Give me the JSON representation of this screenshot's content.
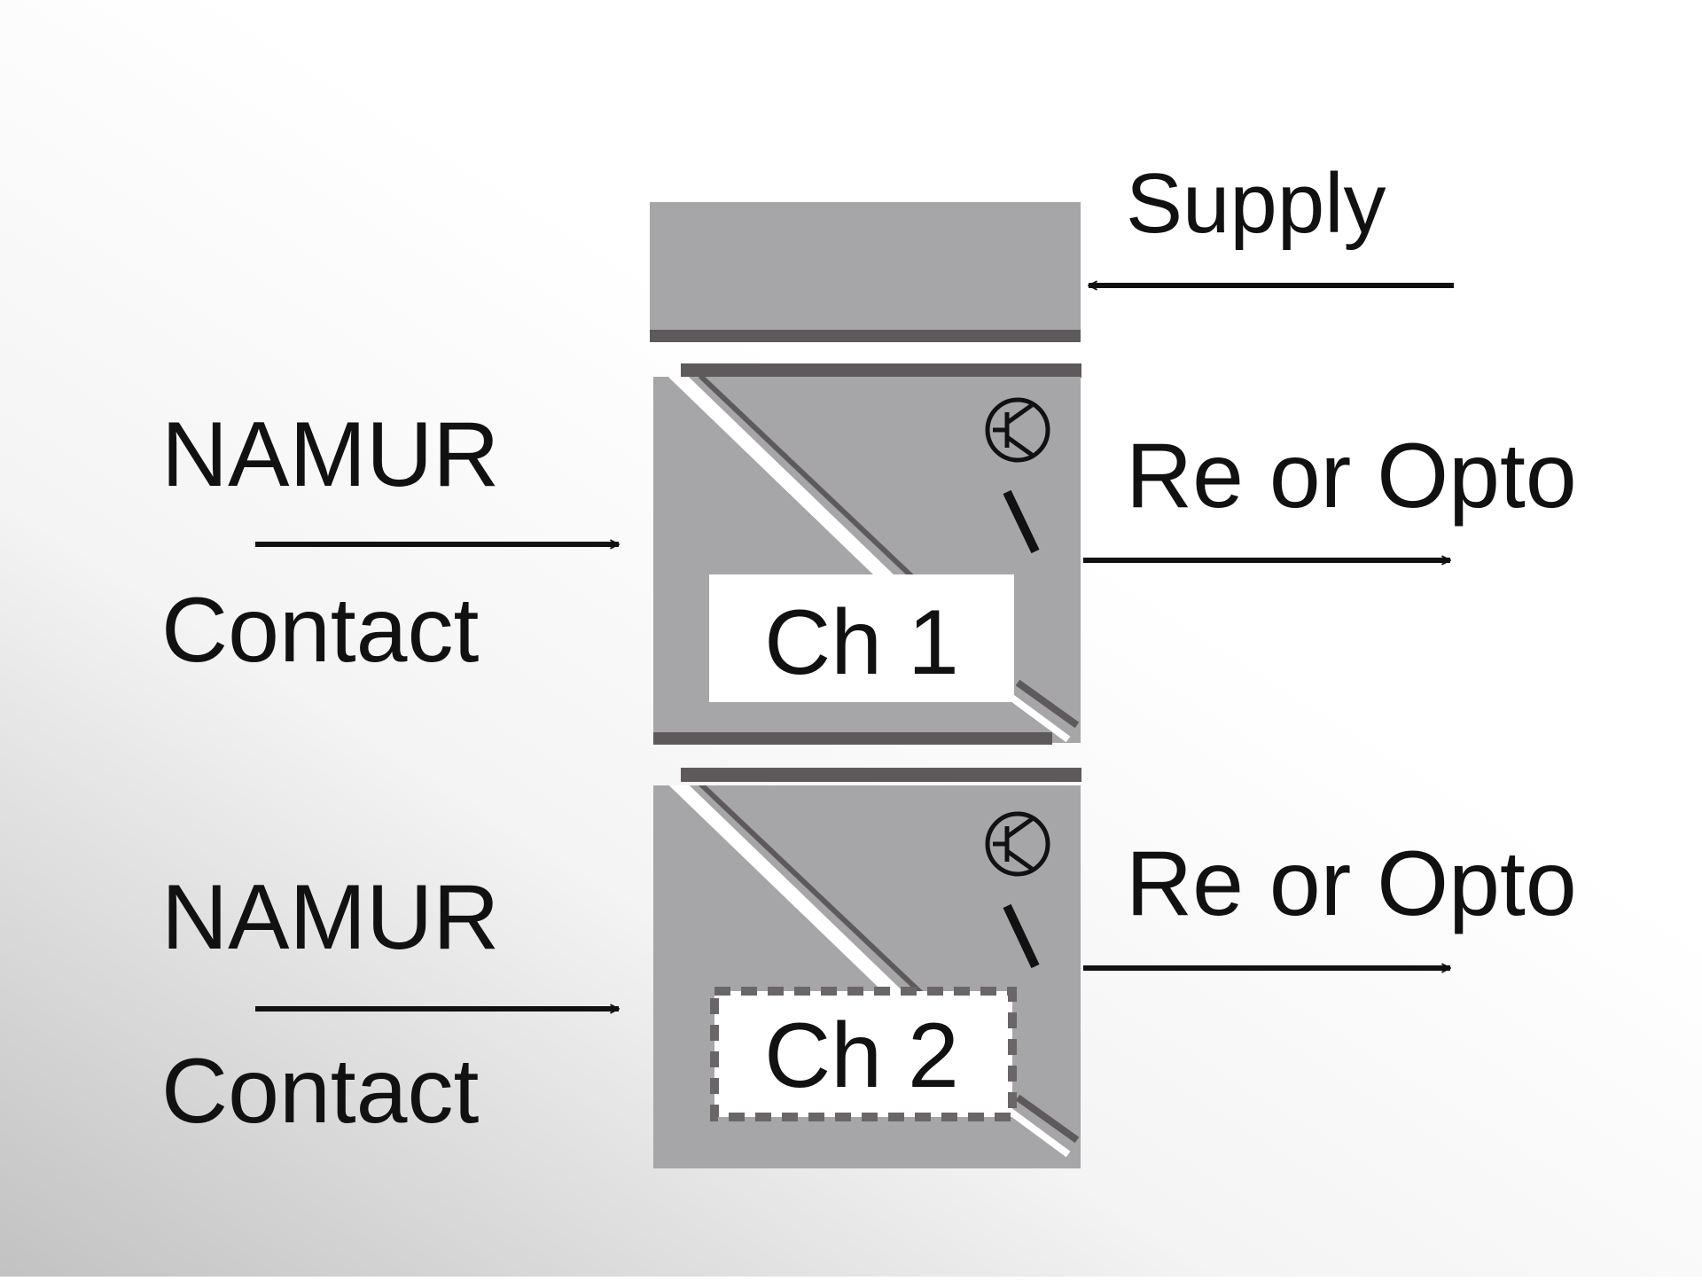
{
  "diagram": {
    "supply_label": "Supply",
    "channels": [
      {
        "id": "ch1",
        "name": "Ch 1",
        "input_line1": "NAMUR",
        "input_line2": "Contact",
        "output": "Re or Opto",
        "label_border": "solid"
      },
      {
        "id": "ch2",
        "name": "Ch 2",
        "input_line1": "NAMUR",
        "input_line2": "Contact",
        "output": "Re or Opto",
        "label_border": "dashed"
      }
    ],
    "colors": {
      "module_fill": "#a6a6a8",
      "module_edge": "#5e5a5c",
      "text": "#111111",
      "background_gradient_start": "#c2c2c2",
      "background_gradient_end": "#ffffff"
    },
    "icons": [
      "transistor-icon",
      "switch-contact-icon",
      "arrow-right-icon",
      "arrow-left-icon"
    ]
  }
}
